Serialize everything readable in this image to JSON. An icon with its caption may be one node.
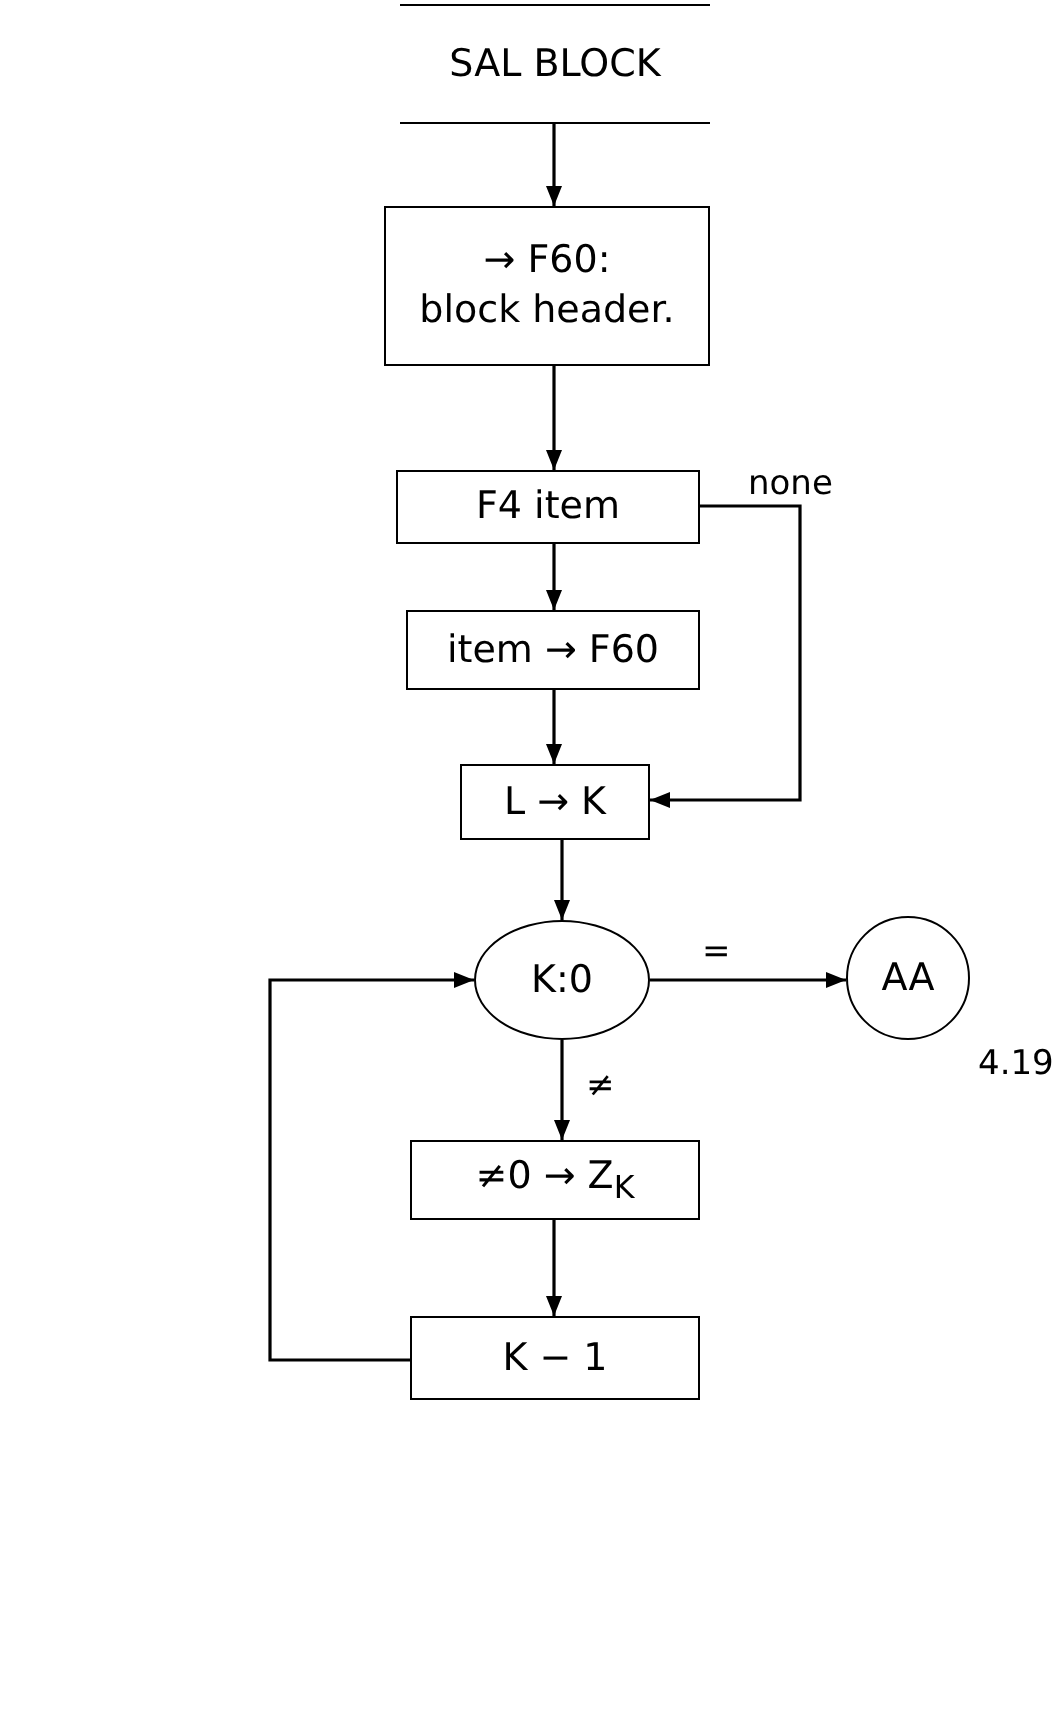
{
  "diagram": {
    "nodes": [
      {
        "text": [
          "SAL BLOCK"
        ]
      },
      {
        "text": [
          "→ F60:",
          "block header."
        ]
      },
      {
        "text": [
          "F4 item"
        ]
      },
      {
        "text": [
          "item → F60"
        ]
      },
      {
        "text": [
          "L → K"
        ]
      },
      {
        "text": [
          "K:0"
        ]
      },
      {
        "text": [
          "AA"
        ],
        "beside": [
          "4.19"
        ]
      },
      {
        "text": [
          "≠0 → Z$_{K}$"
        ]
      },
      {
        "text": [
          "K − 1"
        ]
      }
    ],
    "edges": [
      {
        "from": 0,
        "to": 1,
        "arrow": "to"
      },
      {
        "from": 1,
        "to": 2,
        "arrow": "to"
      },
      {
        "from": 2,
        "to": 3,
        "arrow": "to"
      },
      {
        "from": 3,
        "to": 4,
        "arrow": "to"
      },
      {
        "from": 2,
        "to": 4,
        "arrow": "to",
        "label": "none"
      },
      {
        "from": 4,
        "to": 5,
        "arrow": "to"
      },
      {
        "from": 5,
        "to": 6,
        "arrow": "to",
        "label": "="
      },
      {
        "from": 5,
        "to": 7,
        "arrow": "to",
        "label": "≠"
      },
      {
        "from": 7,
        "to": 8,
        "arrow": "to"
      },
      {
        "from": 8,
        "to": 5,
        "arrow": "to"
      }
    ]
  }
}
